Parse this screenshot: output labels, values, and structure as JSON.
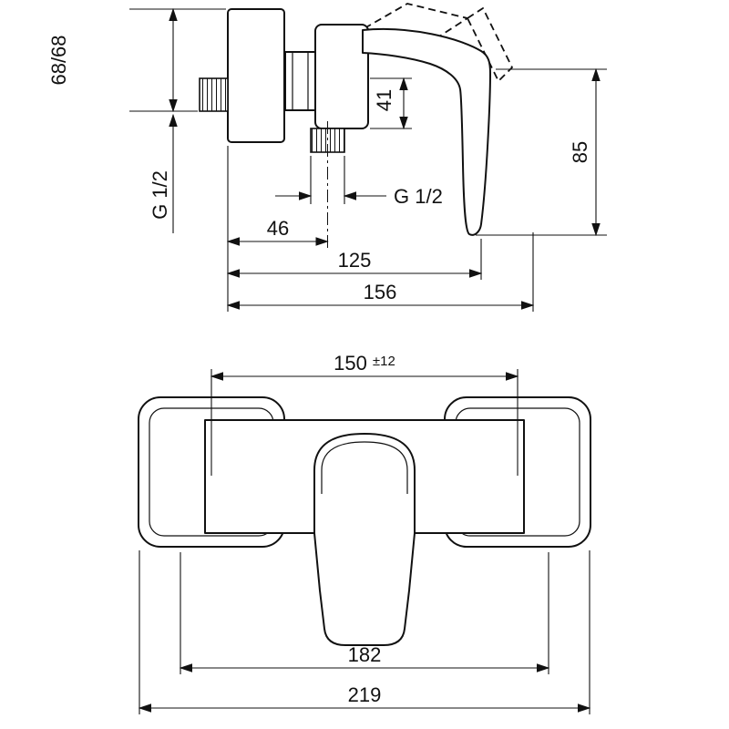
{
  "colors": {
    "ink": "#111111",
    "background": "#ffffff"
  },
  "views": {
    "side": {
      "dims": {
        "plate_height": "68/68",
        "inlet_thread": "G 1/2",
        "outlet_drop": "41",
        "outlet_thread": "G 1/2",
        "outlet_offset": "46",
        "handle_depth": "125",
        "total_depth": "156",
        "handle_height": "85"
      }
    },
    "front": {
      "dims": {
        "connection_distance": "150",
        "connection_tolerance": "±12",
        "inner_width": "182",
        "total_width": "219"
      }
    }
  }
}
